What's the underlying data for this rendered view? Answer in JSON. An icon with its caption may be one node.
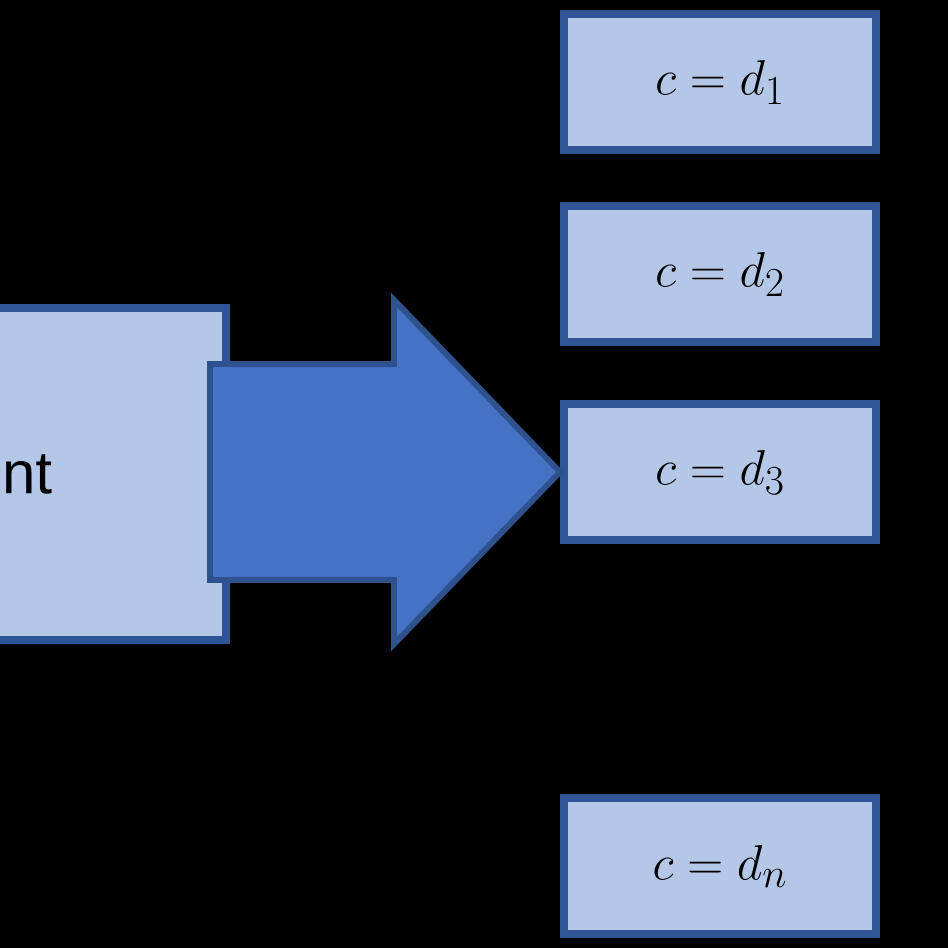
{
  "diagram": {
    "nodes": [
      {
        "text": [
          "nt"
        ]
      },
      {
        "text": [
          "c = d_1"
        ]
      },
      {
        "text": [
          "c = d_2"
        ]
      },
      {
        "text": [
          "c = d_3"
        ]
      },
      {
        "text": [
          "c = d_n"
        ]
      }
    ],
    "edges": [
      {
        "from": 0,
        "to": 3,
        "arrow": "to",
        "style": "thick"
      }
    ]
  }
}
